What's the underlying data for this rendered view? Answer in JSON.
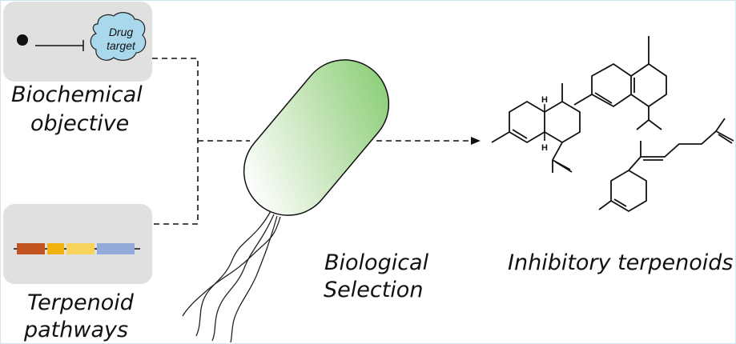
{
  "objective": {
    "drug_target_line1": "Drug",
    "drug_target_line2": "target",
    "label_line1": "Biochemical",
    "label_line2": "objective"
  },
  "pathways": {
    "label_line1": "Terpenoid",
    "label_line2": "pathways",
    "gene_colors": [
      "#c0531f",
      "#f2b10d",
      "#f7d35c",
      "#93aadb"
    ]
  },
  "selection": {
    "label_line1": "Biological",
    "label_line2": "Selection"
  },
  "products": {
    "label": "Inhibitory terpenoids",
    "atom_label": "H"
  },
  "colors": {
    "cell_top": "#8fd07c",
    "drug_target_fill": "#a9d7ec"
  }
}
